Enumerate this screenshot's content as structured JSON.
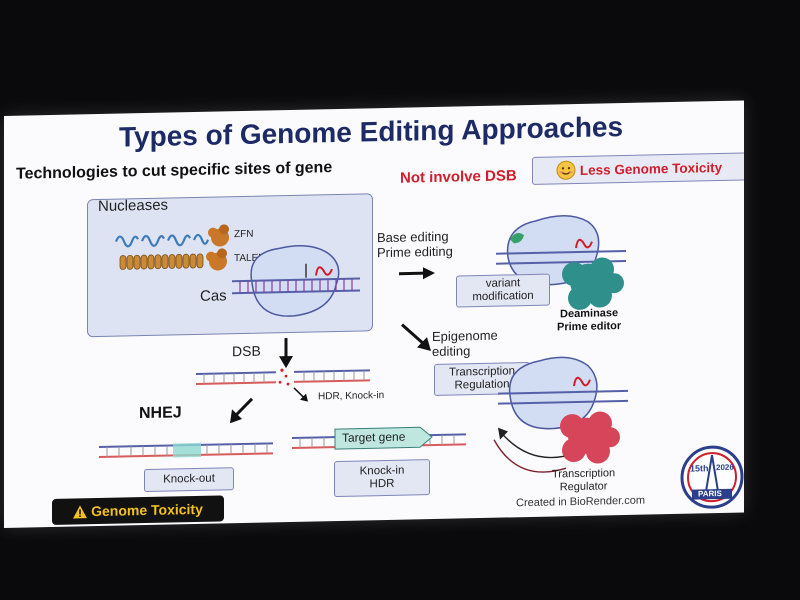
{
  "title": "Types of Genome Editing Approaches",
  "subtitle": "Technologies to cut specific sites of gene",
  "no_dsb": {
    "label": "Not involve DSB",
    "badge": "Less Genome Toxicity"
  },
  "nucleases": {
    "title": "Nucleases",
    "zfn": "ZFN",
    "talen": "TALEN",
    "cas": "Cas"
  },
  "base_editing": {
    "label_line1": "Base editing",
    "label_line2": "Prime editing",
    "box_line1": "variant",
    "box_line2": "modification",
    "enzyme_line1": "Deaminase",
    "enzyme_line2": "Prime editor"
  },
  "epigenome": {
    "label_line1": "Epigenome",
    "label_line2": "editing",
    "box_line1": "Transcription",
    "box_line2": "Regulation",
    "regulator_line1": "Transcription",
    "regulator_line2": "Regulator"
  },
  "dsb": {
    "label": "DSB",
    "hdr": "HDR, Knock-in"
  },
  "nhej": {
    "label": "NHEJ",
    "knockout": "Knock-out"
  },
  "knock_in": {
    "target_gene": "Target gene",
    "line1": "Knock-in",
    "line2": "HDR"
  },
  "warning": {
    "label": "Genome Toxicity"
  },
  "credit": "Created in BioRender.com",
  "logo": {
    "text1": "15th",
    "text2": "2026",
    "text3": "PARIS"
  },
  "colors": {
    "title": "#1d2a66",
    "red": "#d21d2a",
    "box_bg": "#dde3f3",
    "teal": "#2f8f8a",
    "regulator": "#d6455a",
    "warn": "#f2c21c"
  }
}
